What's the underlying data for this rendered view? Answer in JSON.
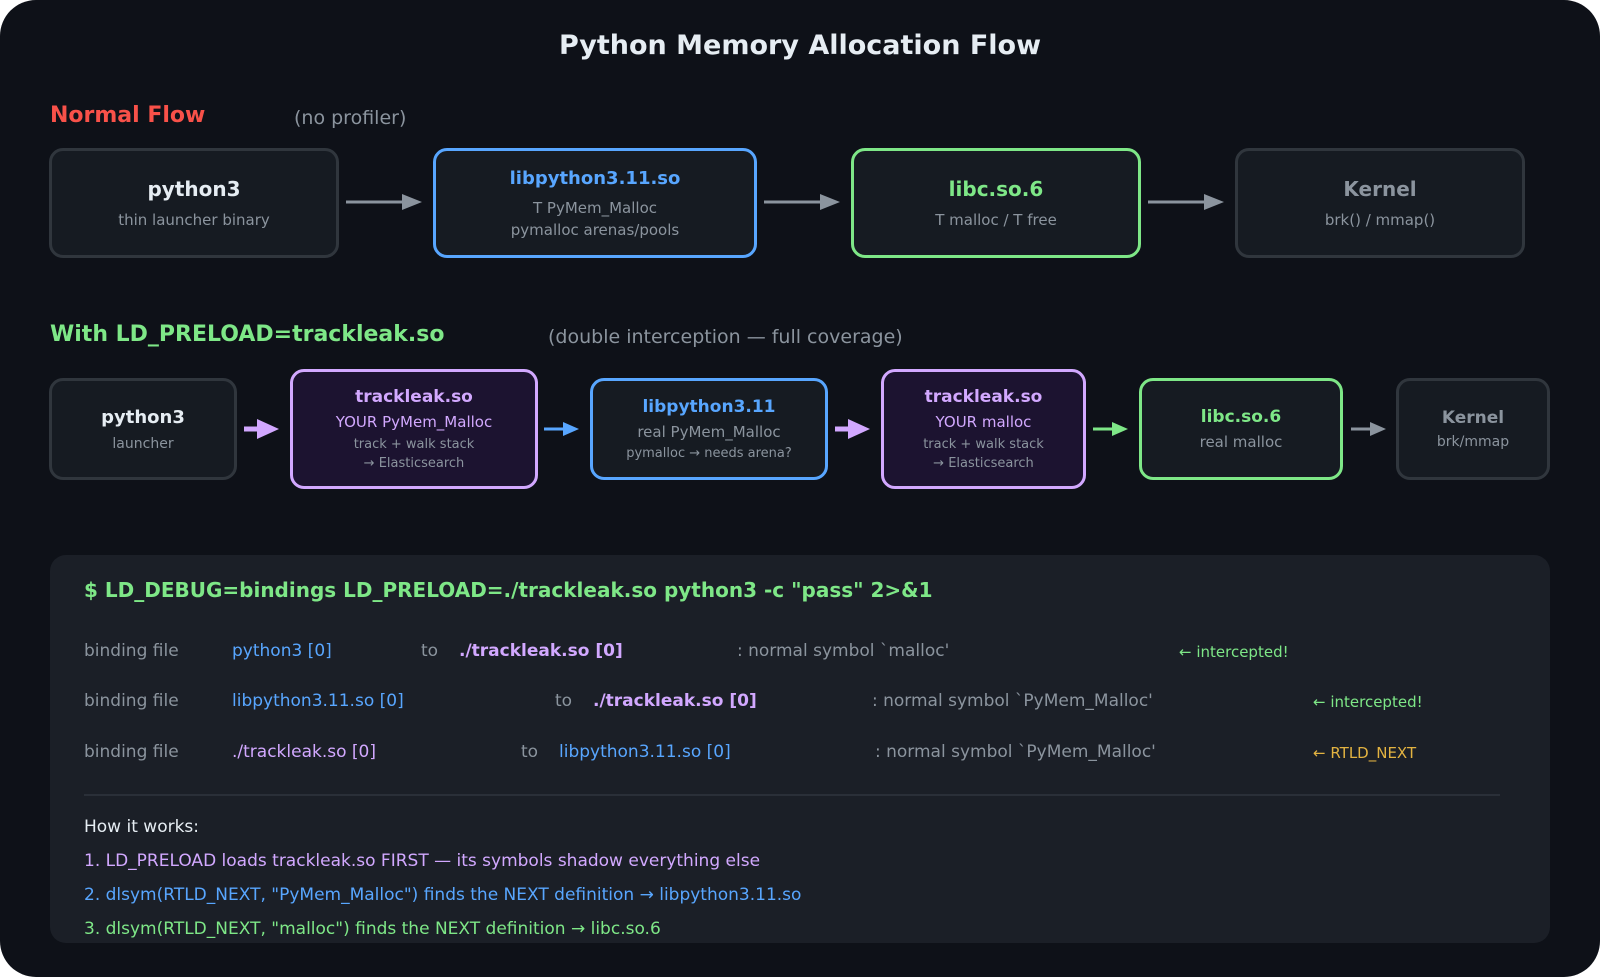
{
  "title": "Python Memory Allocation Flow",
  "normal_flow": {
    "label": "Normal Flow",
    "note": "(no profiler)",
    "nodes": [
      {
        "title": "python3",
        "lines": [
          "thin launcher binary"
        ]
      },
      {
        "title": "libpython3.11.so",
        "lines": [
          "T PyMem_Malloc",
          "pymalloc arenas/pools"
        ]
      },
      {
        "title": "libc.so.6",
        "lines": [
          "T malloc / T free"
        ]
      },
      {
        "title": "Kernel",
        "lines": [
          "brk() / mmap()"
        ]
      }
    ]
  },
  "preload_flow": {
    "label": "With LD_PRELOAD=trackleak.so",
    "note": "(double interception — full coverage)",
    "nodes": [
      {
        "title": "python3",
        "lines": [
          "launcher"
        ]
      },
      {
        "title": "trackleak.so",
        "lines": [
          "YOUR PyMem_Malloc",
          "track + walk stack",
          "→ Elasticsearch"
        ]
      },
      {
        "title": "libpython3.11",
        "lines": [
          "real PyMem_Malloc",
          "pymalloc → needs arena?"
        ]
      },
      {
        "title": "trackleak.so",
        "lines": [
          "YOUR malloc",
          "track + walk stack",
          "→ Elasticsearch"
        ]
      },
      {
        "title": "libc.so.6",
        "lines": [
          "real malloc"
        ]
      },
      {
        "title": "Kernel",
        "lines": [
          "brk/mmap"
        ]
      }
    ]
  },
  "terminal": {
    "command": "$ LD_DEBUG=bindings LD_PRELOAD=./trackleak.so python3 -c \"pass\" 2>&1",
    "bindings": [
      {
        "prefix": "binding file",
        "from": "python3 [0]",
        "to_word": "to",
        "to": "./trackleak.so [0]",
        "symbol": ": normal symbol `malloc'",
        "note": "← intercepted!"
      },
      {
        "prefix": "binding file",
        "from": "libpython3.11.so [0]",
        "to_word": "to",
        "to": "./trackleak.so [0]",
        "symbol": ": normal symbol `PyMem_Malloc'",
        "note": "← intercepted!"
      },
      {
        "prefix": "binding file",
        "from": "./trackleak.so [0]",
        "to_word": "to",
        "to": "libpython3.11.so [0]",
        "symbol": ": normal symbol `PyMem_Malloc'",
        "note": "← RTLD_NEXT"
      }
    ],
    "how_title": "How it works:",
    "how_steps": [
      "1. LD_PRELOAD loads trackleak.so FIRST — its symbols shadow everything else",
      "2. dlsym(RTLD_NEXT, \"PyMem_Malloc\") finds the NEXT definition → libpython3.11.so",
      "3. dlsym(RTLD_NEXT, \"malloc\") finds the NEXT definition → libc.so.6"
    ]
  },
  "colors": {
    "background": "#0e1118",
    "panel": "#1b1f27",
    "red": "#f85149",
    "green": "#7ee787",
    "blue": "#58a6ff",
    "purple": "#d2a8ff",
    "orange": "#e3b341",
    "gray": "#8b949e"
  }
}
